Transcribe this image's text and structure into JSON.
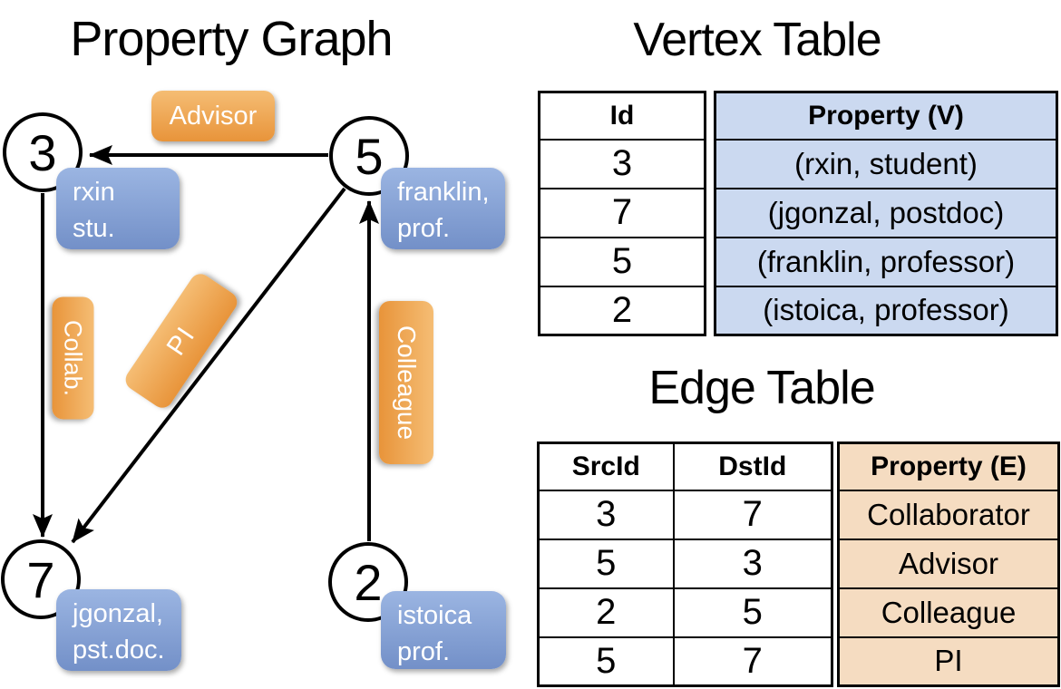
{
  "graph": {
    "title": "Property Graph",
    "nodes": [
      {
        "id": "3",
        "label_line1": "rxin",
        "label_line2": "stu."
      },
      {
        "id": "5",
        "label_line1": "franklin,",
        "label_line2": "prof."
      },
      {
        "id": "7",
        "label_line1": "jgonzal,",
        "label_line2": "pst.doc."
      },
      {
        "id": "2",
        "label_line1": "istoica",
        "label_line2": "prof."
      }
    ],
    "edge_labels": {
      "advisor": "Advisor",
      "collab": "Collab.",
      "pi": "PI",
      "colleague": "Colleague"
    },
    "edges": [
      {
        "from": "5",
        "to": "3",
        "label": "Advisor"
      },
      {
        "from": "3",
        "to": "7",
        "label": "Collab."
      },
      {
        "from": "5",
        "to": "7",
        "label": "PI"
      },
      {
        "from": "2",
        "to": "5",
        "label": "Colleague"
      }
    ]
  },
  "vertex_table": {
    "title": "Vertex Table",
    "id_header": "Id",
    "prop_header": "Property (V)",
    "rows": [
      {
        "id": "3",
        "property": "(rxin, student)"
      },
      {
        "id": "7",
        "property": "(jgonzal, postdoc)"
      },
      {
        "id": "5",
        "property": "(franklin, professor)"
      },
      {
        "id": "2",
        "property": "(istoica, professor)"
      }
    ]
  },
  "edge_table": {
    "title": "Edge Table",
    "src_header": "SrcId",
    "dst_header": "DstId",
    "prop_header": "Property (E)",
    "rows": [
      {
        "src": "3",
        "dst": "7",
        "property": "Collaborator"
      },
      {
        "src": "5",
        "dst": "3",
        "property": "Advisor"
      },
      {
        "src": "2",
        "dst": "5",
        "property": "Colleague"
      },
      {
        "src": "5",
        "dst": "7",
        "property": "PI"
      }
    ]
  },
  "colors": {
    "edge-label-top": "#f5bd74",
    "edge-label-bottom": "#e8943a",
    "node-label-top": "#9bb5e2",
    "node-label-bottom": "#7390c8",
    "vertex-prop-bg": "#cbd9f0",
    "edge-prop-bg": "#f5dcc1",
    "line-color": "#000000"
  }
}
